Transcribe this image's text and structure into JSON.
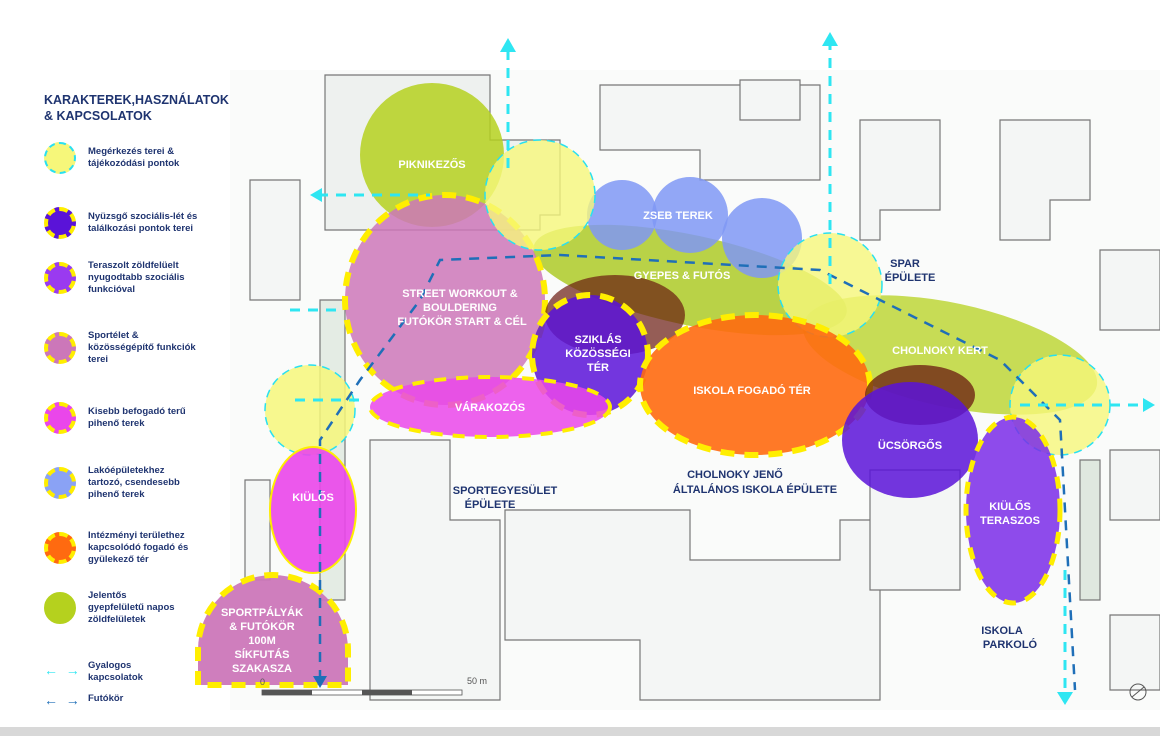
{
  "legend": {
    "title_line1": "KARAKTEREK,HASZNÁLATOK",
    "title_line2": "& KAPCSOLATOK",
    "items": [
      {
        "l1": "Megérkezés terei &",
        "l2": "tájékozódási pontok",
        "l3": "",
        "fill": "#f6f77a",
        "border": "#29e0f0"
      },
      {
        "l1": "Nyüzsgő  szociális-lét és",
        "l2": "találkozási pontok terei",
        "l3": "",
        "fill": "#5a13d8",
        "border": "#ffee00"
      },
      {
        "l1": "Teraszolt zöldfelüelt",
        "l2": "nyugodtabb szociális",
        "l3": "funkcióval",
        "fill": "#9a3af0",
        "border": "#ffee00"
      },
      {
        "l1": "Sportélet &",
        "l2": "közösségépítő funkciók",
        "l3": "terei",
        "fill": "#cc77b9",
        "border": "#ffee00"
      },
      {
        "l1": "Kisebb befogadó terű",
        "l2": "pihenő terek",
        "l3": "",
        "fill": "#ea46ea",
        "border": "#ffee00"
      },
      {
        "l1": "Lakóépületekhez",
        "l2": "tartozó, csendesebb",
        "l3": "pihenő terek",
        "fill": "#8aa2f5",
        "border": "#ffee00"
      },
      {
        "l1": "Intézményi területhez",
        "l2": "kapcsolódó fogadó és",
        "l3": "gyülekező tér",
        "fill": "#ff6a10",
        "border": "#ffee00"
      },
      {
        "l1": "Jelentős",
        "l2": "gyepfelületű  napos",
        "l3": "zöldfelületek",
        "fill": "#b5d11e",
        "border": "#b5d11e"
      }
    ],
    "pedestrian_l1": "Gyalogos",
    "pedestrian_l2": "kapcsolatok",
    "running": "Futókör",
    "pedestrian_color": "#2ee6f2",
    "running_color": "#1f6fb8"
  },
  "map": {
    "zones": {
      "piknik": "PIKNIKEZŐS",
      "zseb": "ZSEB TEREK",
      "gyepes": "GYEPES & FUTÓS",
      "street1": "STREET WORKOUT &",
      "street2": "BOULDERING",
      "street3": "FUTÓKÖR START &  CÉL",
      "sziklas1": "SZIKLÁS",
      "sziklas2": "KÖZÖSSÉGI",
      "sziklas3": "TÉR",
      "iskola_fogado": "ISKOLA FOGADÓ TÉR",
      "cholnoky_kert": "CHOLNOKY KERT",
      "varakozos": "VÁRAKOZÓS",
      "ucsorgos": "ÜCSÖRGŐS",
      "kiulos": "KIÜLŐS",
      "kiulos_t1": "KIÜLŐS",
      "kiulos_t2": "TERASZOS",
      "sport1": "SPORTPÁLYÁK",
      "sport2": "& FUTÓKÖR",
      "sport3": "100M",
      "sport4": "SÍKFUTÁS",
      "sport5": "SZAKASZA"
    },
    "buildings": {
      "spar1": "SPAR",
      "spar2": "ÉPÜLETE",
      "sportegy1": "SPORTEGYESÜLET",
      "sportegy2": "ÉPÜLETE",
      "iskola1": "CHOLNOKY JENŐ",
      "iskola2": "ÁLTALÁNOS ISKOLA ÉPÜLETE",
      "parkolo1": "ISKOLA",
      "parkolo2": "PARKOLÓ"
    },
    "scale_zero": "0",
    "scale_label": "50 m"
  }
}
